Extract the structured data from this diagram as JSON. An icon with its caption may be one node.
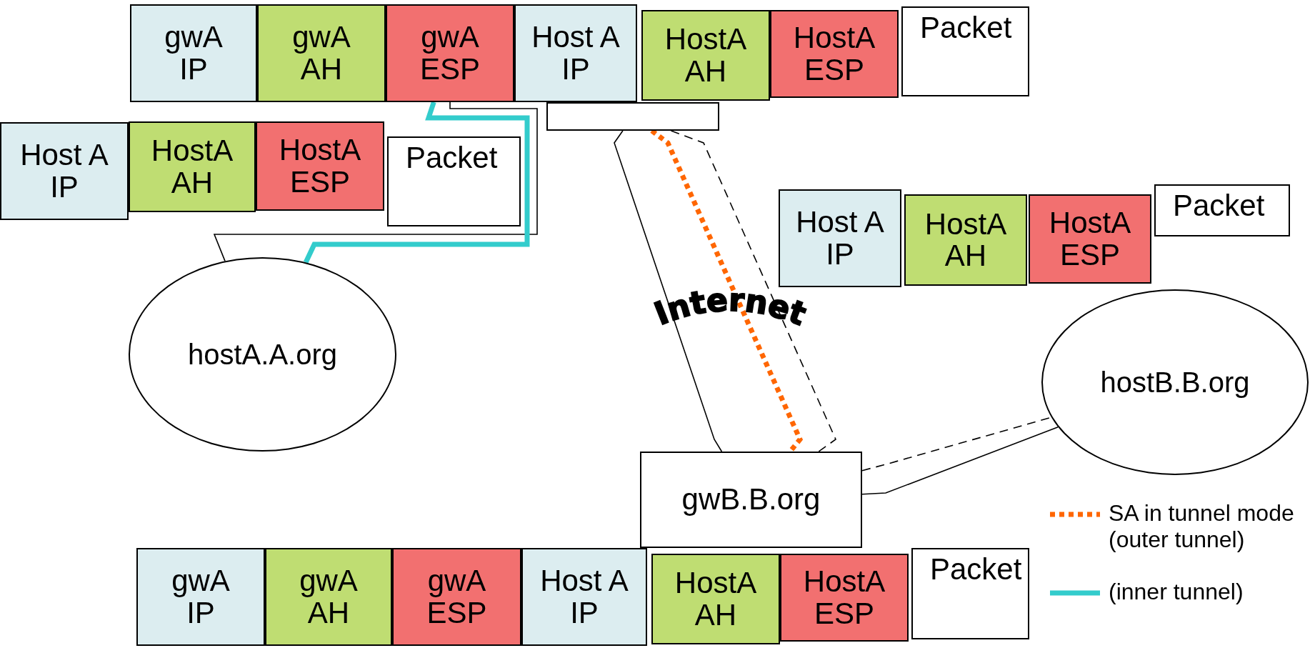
{
  "diagram": {
    "nodes": [
      {
        "text": [
          "gwA IP"
        ]
      },
      {
        "text": [
          "gwA AH"
        ]
      },
      {
        "text": [
          "gwA ESP"
        ]
      },
      {
        "text": [
          "Host A IP"
        ]
      },
      {
        "text": [
          "HostA AH"
        ]
      },
      {
        "text": [
          "HostA ESP"
        ]
      },
      {
        "text": [
          "Packet"
        ]
      },
      {
        "text": [],
        "shape": "box"
      },
      {
        "text": [
          "Host A IP"
        ]
      },
      {
        "text": [
          "HostA AH"
        ]
      },
      {
        "text": [
          "HostA ESP"
        ]
      },
      {
        "text": [
          "Packet"
        ]
      },
      {
        "text": [
          "Host A IP"
        ]
      },
      {
        "text": [
          "HostA AH"
        ]
      },
      {
        "text": [
          "HostA ESP"
        ]
      },
      {
        "text": [
          "Packet"
        ]
      },
      {
        "text": [
          "hostA.A.org"
        ]
      },
      {
        "text": [
          "hostB.B.org"
        ]
      },
      {
        "text": [
          "gwB.B.org"
        ]
      },
      {
        "text": [
          "gwA IP"
        ]
      },
      {
        "text": [
          "gwA AH"
        ]
      },
      {
        "text": [
          "gwA ESP"
        ]
      },
      {
        "text": [
          "Host A IP"
        ]
      },
      {
        "text": [
          "HostA AH"
        ]
      },
      {
        "text": [
          "HostA ESP"
        ]
      },
      {
        "text": [
          "Packet"
        ]
      }
    ],
    "edges": [
      {
        "from": 16,
        "to": 2,
        "arrow": "none"
      },
      {
        "from": 16,
        "to": 2,
        "arrow": "none",
        "style": "thick",
        "color": "#33cccc"
      },
      {
        "from": 7,
        "to": 18,
        "arrow": "none"
      },
      {
        "from": 7,
        "to": 18,
        "arrow": "none",
        "style": "dashed"
      },
      {
        "from": 7,
        "to": 18,
        "arrow": "none",
        "style": "dashed",
        "color": "#ff6600"
      },
      {
        "from": 18,
        "to": 17,
        "arrow": "none"
      },
      {
        "from": 18,
        "to": 17,
        "arrow": "none",
        "style": "dashed"
      }
    ],
    "labels": [
      "Internet"
    ],
    "legend": [
      {
        "text": "SA in tunnel mode (outer tunnel)"
      },
      {
        "text": "(inner tunnel)"
      }
    ]
  }
}
